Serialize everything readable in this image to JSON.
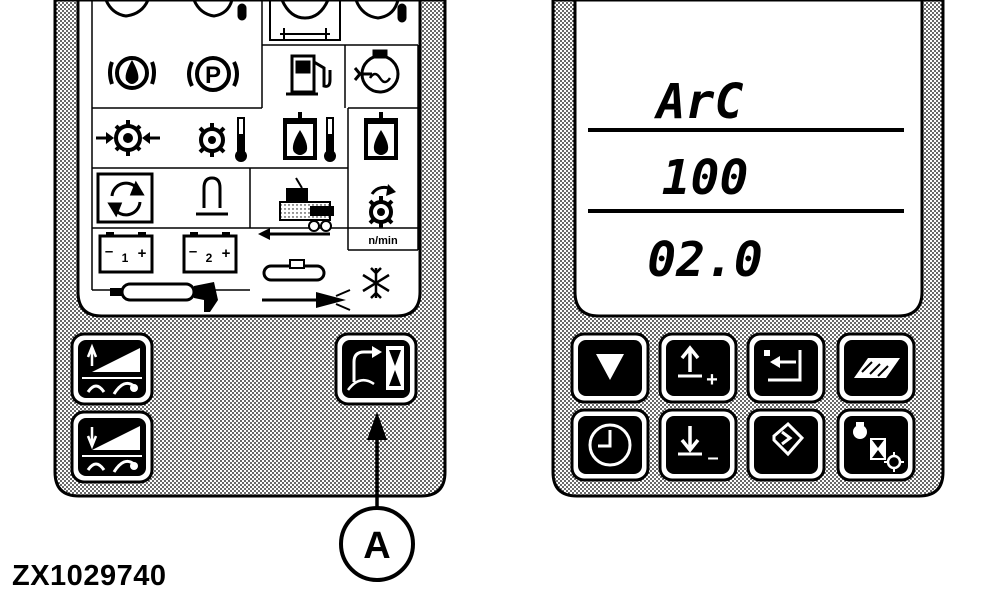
{
  "figure_ref": "ZX1029740",
  "callout": {
    "label": "A"
  },
  "left_panel": {
    "indicators": {
      "battery_1": {
        "minus": "–",
        "number": "1",
        "plus": "+"
      },
      "battery_2": {
        "minus": "–",
        "number": "2",
        "plus": "+"
      },
      "speed_unit": "n/min",
      "park_letter": "P"
    }
  },
  "right_panel": {
    "display": {
      "line1": "ArC",
      "line2": "100",
      "line3": "02.0"
    },
    "keys": {
      "plus_sign": "+",
      "minus_sign": "–"
    }
  },
  "colors": {
    "ink": "#000000",
    "paper": "#ffffff",
    "panel_screen": "#d6d6d6"
  }
}
